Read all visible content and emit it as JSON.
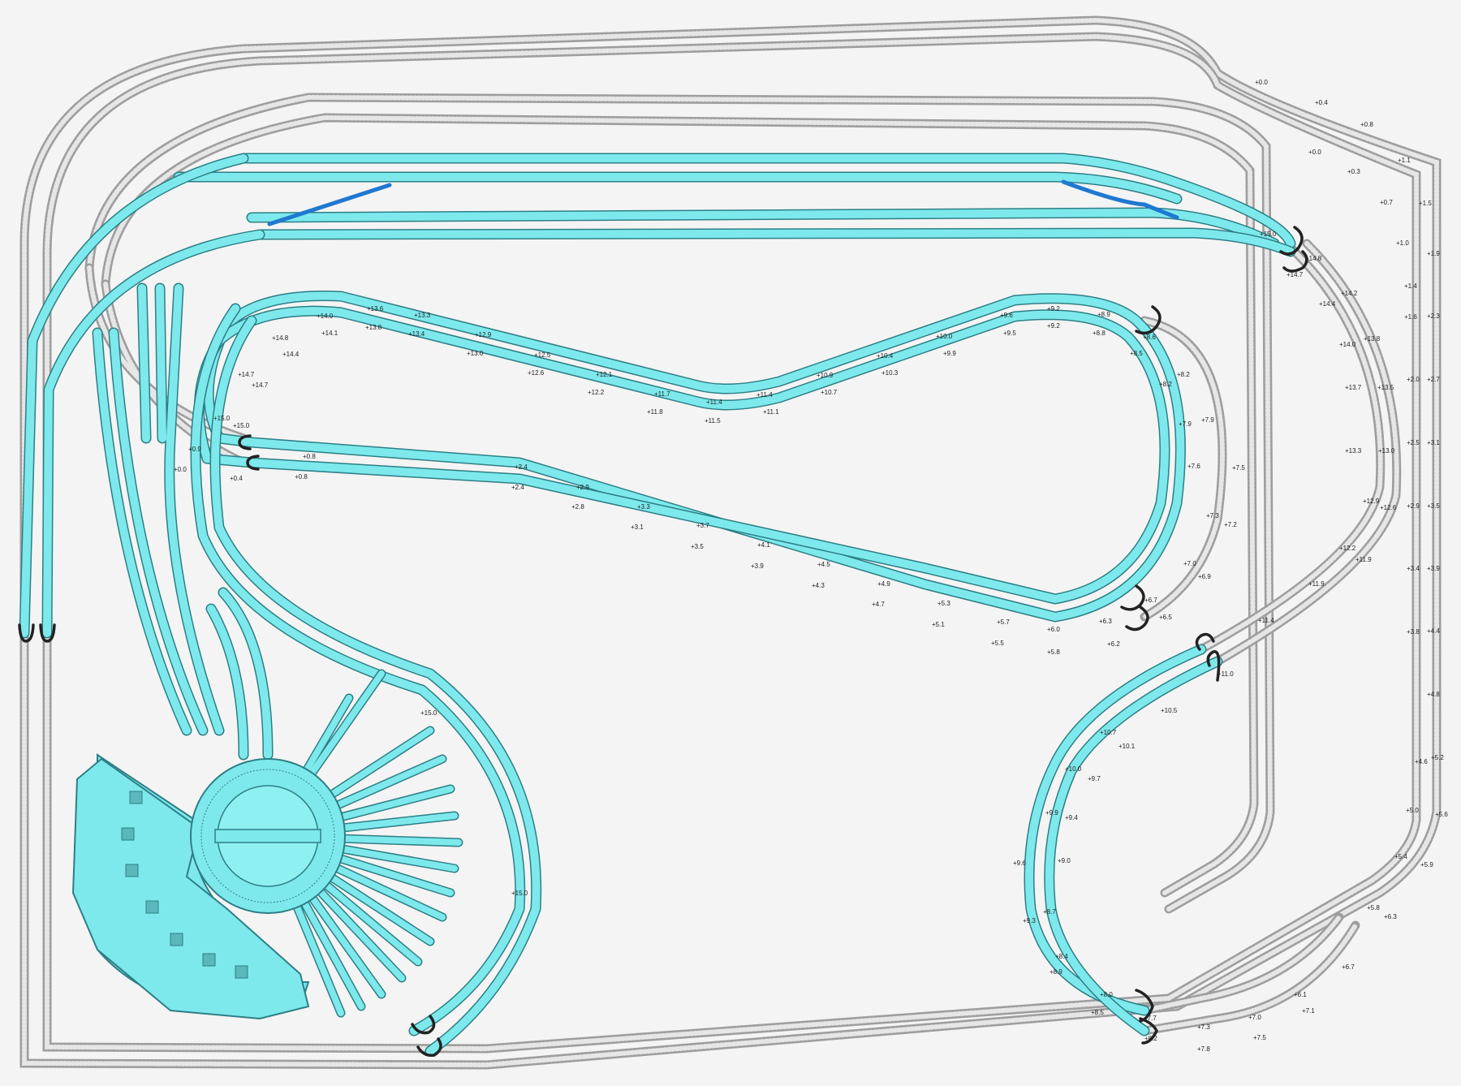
{
  "colors": {
    "background": "#f4f4f4",
    "track_grey": "#9e9e9e",
    "track_grey_tie": "#e6e6e6",
    "track_cyan": "#7ee9ec",
    "track_cyan_edge": "#2d7f86",
    "highlight_blue": "#1f78d1",
    "connector": "#222222"
  },
  "grades": {
    "outer_right": [
      "+0.0",
      "+0.4",
      "+0.8",
      "+1.1",
      "+1.5",
      "+1.9",
      "+2.3",
      "+2.7",
      "+3.1",
      "+3.5",
      "+3.9",
      "+4.4",
      "+4.8",
      "+5.2",
      "+5.6",
      "+5.9",
      "+6.3",
      "+6.7",
      "+7.1",
      "+7.5",
      "+7.8"
    ],
    "inner_right": [
      "+0.0",
      "+0.3",
      "+0.7",
      "+1.0",
      "+1.4",
      "+1.6",
      "+2.0",
      "+2.5",
      "+2.9",
      "+3.4",
      "+3.8",
      "+4.6",
      "+5.0",
      "+5.4",
      "+5.8",
      "+6.1",
      "+7.0",
      "+7.3"
    ],
    "return_right": [
      "+15.0",
      "+14.8",
      "+14.7",
      "+14.4",
      "+14.2",
      "+14.0",
      "+13.8",
      "+13.7",
      "+13.5",
      "+13.3",
      "+13.0",
      "+12.9",
      "+12.6",
      "+12.2",
      "+11.9",
      "+11.9",
      "+11.4",
      "+11.0"
    ],
    "spiral_lower_right": [
      "+10.7",
      "+10.5",
      "+10.1",
      "+10.0",
      "+9.9",
      "+9.7",
      "+9.4",
      "+9.6",
      "+9.0",
      "+9.3",
      "+8.7",
      "+8.4",
      "+8.9",
      "+8.0",
      "+8.5",
      "+7.7",
      "+8.2"
    ],
    "upper_loop": [
      "+14.0",
      "+13.6",
      "+13.3",
      "+14.1",
      "+13.8",
      "+13.4",
      "+12.9",
      "+13.0",
      "+12.5",
      "+12.6",
      "+12.1",
      "+12.2",
      "+11.7",
      "+11.8",
      "+11.4",
      "+11.5",
      "+11.4",
      "+11.1",
      "+10.9",
      "+10.7",
      "+10.4",
      "+10.3",
      "+10.0",
      "+9.9",
      "+9.6",
      "+9.5",
      "+9.2",
      "+9.2",
      "+8.9",
      "+8.8",
      "+8.6",
      "+8.5",
      "+8.2",
      "+8.2",
      "+7.9",
      "+7.9",
      "+7.6",
      "+7.5",
      "+7.3",
      "+7.2",
      "+7.0",
      "+6.9",
      "+6.7",
      "+6.5"
    ],
    "lower_loop": [
      "+0.8",
      "+0.8",
      "+2.4",
      "+2.4",
      "+2.9",
      "+2.8",
      "+3.3",
      "+3.1",
      "+3.7",
      "+3.5",
      "+4.1",
      "+3.9",
      "+4.5",
      "+4.3",
      "+4.9",
      "+4.7",
      "+5.3",
      "+5.1",
      "+5.7",
      "+5.5",
      "+6.0",
      "+5.8",
      "+6.3",
      "+6.2"
    ],
    "left_loop": [
      "+14.8",
      "+14.4",
      "+14.7",
      "+14.7",
      "+15.0",
      "+15.0",
      "+0.9",
      "+0.0",
      "+0.4",
      "+15.0",
      "+15.0"
    ]
  }
}
